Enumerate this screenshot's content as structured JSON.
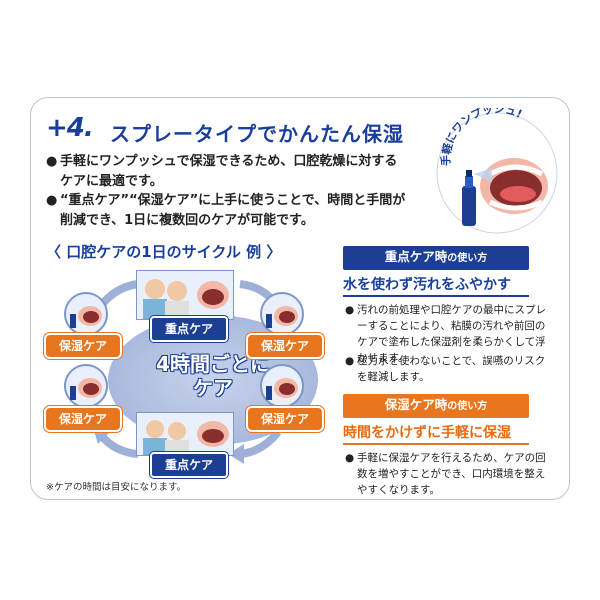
{
  "title": {
    "number": "+4.",
    "text": "スプレータイプでかんたん保湿"
  },
  "bullets": [
    {
      "line1": "手軽にワンプッシュで保湿できるため、口腔乾燥に対する",
      "line2": "ケアに最適です。"
    },
    {
      "line1": "“重点ケア”“保湿ケア”に上手に使うことで、時間と手間が",
      "line2": "削減でき、1日に複数回のケアが可能です。"
    }
  ],
  "badge": {
    "text": "手軽にワンプッシュ!"
  },
  "cycle": {
    "title": "〈 口腔ケアの1日のサイクル 例 〉",
    "center_line1": "4時間ごとに",
    "center_line2": "ケア",
    "top_label": "重点ケア",
    "bottom_label": "重点ケア",
    "left_top_label": "保湿ケア",
    "left_bottom_label": "保湿ケア",
    "right_top_label": "保湿ケア",
    "right_bottom_label": "保湿ケア",
    "note": "※ケアの時間は目安になります。"
  },
  "juten": {
    "header_main": "重点ケア時",
    "header_sub": "の使い方",
    "lead": "水を使わず汚れをふやかす",
    "items": [
      "汚れの前処理や口腔ケアの最中にスプレーすることにより、粘膜の汚れや前回のケアで塗布した保湿剤を柔らかくして浮かせます。",
      "極力水を使わないことで、誤嚥のリスクを軽減します。"
    ]
  },
  "hoshitsu": {
    "header_main": "保湿ケア時",
    "header_sub": "の使い方",
    "lead": "時間をかけずに手軽に保湿",
    "items": [
      "手軽に保湿ケアを行えるため、ケアの回数を増やすことができ、口内環境を整えやすくなります。"
    ]
  },
  "colors": {
    "navy": "#1c3f94",
    "orange": "#e8761e",
    "light_blue": "#e9eef8"
  }
}
